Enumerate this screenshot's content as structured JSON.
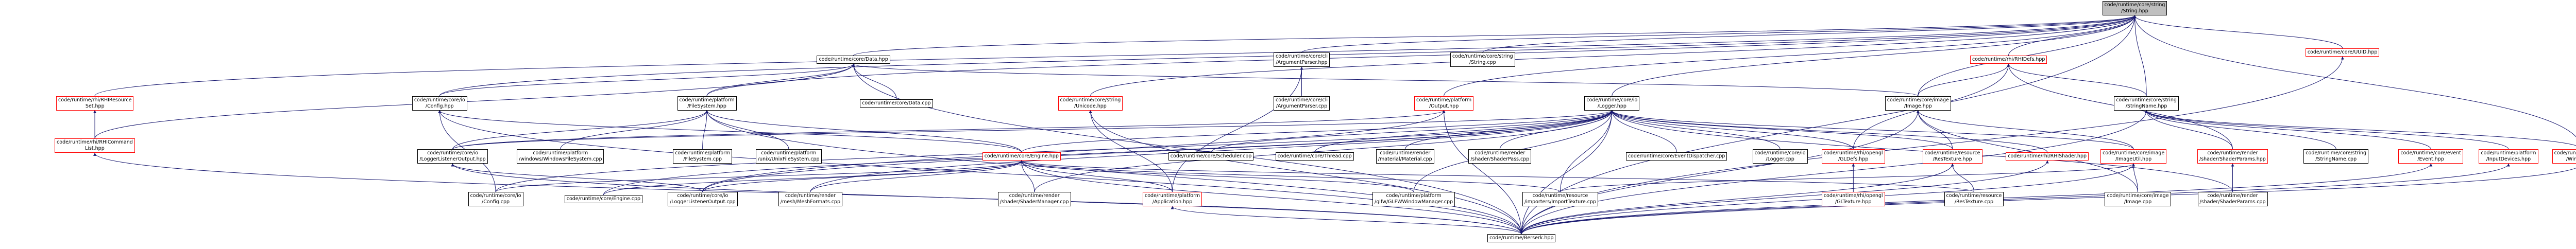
{
  "graph": {
    "colors": {
      "edge": "#191970",
      "node_border": "#000000",
      "node_border_incomplete": "#ff0000",
      "root_fill": "#bfbfbf"
    },
    "nodes": [
      {
        "id": "root",
        "lines": [
          "code/runtime/core/string",
          "/String.hpp"
        ],
        "type": "root"
      },
      {
        "id": "uuid",
        "lines": [
          "code/runtime/core/UUID.hpp"
        ],
        "type": "red"
      },
      {
        "id": "datahpp",
        "lines": [
          "code/runtime/core/Data.hpp"
        ],
        "type": "normal"
      },
      {
        "id": "argparsehpp",
        "lines": [
          "code/runtime/core/cli",
          "/ArgumentParser.hpp"
        ],
        "type": "normal"
      },
      {
        "id": "stringcpp",
        "lines": [
          "code/runtime/core/string",
          "/String.cpp"
        ],
        "type": "normal"
      },
      {
        "id": "rhidefs",
        "lines": [
          "code/runtime/rhi/RHIDefs.hpp"
        ],
        "type": "red"
      },
      {
        "id": "rhires",
        "lines": [
          "code/runtime/rhi/RHIResource",
          "Set.hpp"
        ],
        "type": "red"
      },
      {
        "id": "confighpp",
        "lines": [
          "code/runtime/core/io",
          "/Config.hpp"
        ],
        "type": "normal"
      },
      {
        "id": "fshpp",
        "lines": [
          "code/runtime/platform",
          "/FileSystem.hpp"
        ],
        "type": "normal"
      },
      {
        "id": "unicode",
        "lines": [
          "code/runtime/core/string",
          "/Unicode.hpp"
        ],
        "type": "red"
      },
      {
        "id": "loggerhpp",
        "lines": [
          "code/runtime/core/io",
          "/Logger.hpp"
        ],
        "type": "normal"
      },
      {
        "id": "datacpp",
        "lines": [
          "code/runtime/core/Data.cpp"
        ],
        "type": "normal"
      },
      {
        "id": "argparsecpp",
        "lines": [
          "code/runtime/core/cli",
          "/ArgumentParser.cpp"
        ],
        "type": "normal"
      },
      {
        "id": "outputhpp",
        "lines": [
          "code/runtime/platform",
          "/Output.hpp"
        ],
        "type": "red"
      },
      {
        "id": "imagehpp",
        "lines": [
          "code/runtime/core/image",
          "/Image.hpp"
        ],
        "type": "normal"
      },
      {
        "id": "stringnamehpp",
        "lines": [
          "code/runtime/core/string",
          "/StringName.hpp"
        ],
        "type": "normal"
      },
      {
        "id": "rhicmdlist",
        "lines": [
          "code/runtime/rhi/RHICommand",
          "List.hpp"
        ],
        "type": "red"
      },
      {
        "id": "loggerouthpp",
        "lines": [
          "code/runtime/core/io",
          "/LoggerListenerOutput.hpp"
        ],
        "type": "normal"
      },
      {
        "id": "winfs",
        "lines": [
          "code/runtime/platform",
          "/windows/WindowsFileSystem.cpp"
        ],
        "type": "normal"
      },
      {
        "id": "fscpp",
        "lines": [
          "code/runtime/platform",
          "/FileSystem.cpp"
        ],
        "type": "normal"
      },
      {
        "id": "unixfs",
        "lines": [
          "code/runtime/platform",
          "/unix/UnixFileSystem.cpp"
        ],
        "type": "normal"
      },
      {
        "id": "enginehpp",
        "lines": [
          "code/runtime/core/Engine.hpp"
        ],
        "type": "red"
      },
      {
        "id": "scheduler",
        "lines": [
          "code/runtime/core/Scheduler.cpp"
        ],
        "type": "normal"
      },
      {
        "id": "thread",
        "lines": [
          "code/runtime/core/Thread.cpp"
        ],
        "type": "normal"
      },
      {
        "id": "materialcpp",
        "lines": [
          "code/runtime/render",
          "/material/Material.cpp"
        ],
        "type": "normal"
      },
      {
        "id": "shaderpasscpp",
        "lines": [
          "code/runtime/render",
          "/shader/ShaderPass.cpp"
        ],
        "type": "normal"
      },
      {
        "id": "eventdisp",
        "lines": [
          "code/runtime/core/EventDispatcher.cpp"
        ],
        "type": "normal"
      },
      {
        "id": "loggercpp",
        "lines": [
          "code/runtime/core/io",
          "/Logger.cpp"
        ],
        "type": "normal"
      },
      {
        "id": "gldefs",
        "lines": [
          "code/runtime/rhi/opengl",
          "/GLDefs.hpp"
        ],
        "type": "red"
      },
      {
        "id": "restexhpp",
        "lines": [
          "code/runtime/resource",
          "/ResTexture.hpp"
        ],
        "type": "red"
      },
      {
        "id": "rhishader",
        "lines": [
          "code/runtime/rhi/RHIShader.hpp"
        ],
        "type": "red"
      },
      {
        "id": "imageutil",
        "lines": [
          "code/runtime/core/image",
          "/ImageUtil.hpp"
        ],
        "type": "red"
      },
      {
        "id": "shaderparamshpp",
        "lines": [
          "code/runtime/render",
          "/shader/ShaderParams.hpp"
        ],
        "type": "red"
      },
      {
        "id": "stringnamecpp",
        "lines": [
          "code/runtime/core/string",
          "/StringName.cpp"
        ],
        "type": "normal"
      },
      {
        "id": "eventhpp",
        "lines": [
          "code/runtime/core/event",
          "/Event.hpp"
        ],
        "type": "red"
      },
      {
        "id": "inputdevices",
        "lines": [
          "code/runtime/platform",
          "/InputDevices.hpp"
        ],
        "type": "red"
      },
      {
        "id": "windowhpp",
        "lines": [
          "code/runtime/platform",
          "/Window.hpp"
        ],
        "type": "red"
      },
      {
        "id": "configcpp",
        "lines": [
          "code/runtime/core/io",
          "/Config.cpp"
        ],
        "type": "normal"
      },
      {
        "id": "enginecpp",
        "lines": [
          "code/runtime/core/Engine.cpp"
        ],
        "type": "normal"
      },
      {
        "id": "loggeroutcpp",
        "lines": [
          "code/runtime/core/io",
          "/LoggerListenerOutput.cpp"
        ],
        "type": "normal"
      },
      {
        "id": "meshformats",
        "lines": [
          "code/runtime/render",
          "/mesh/MeshFormats.cpp"
        ],
        "type": "normal"
      },
      {
        "id": "shadermanager",
        "lines": [
          "code/runtime/render",
          "/shader/ShaderManager.cpp"
        ],
        "type": "normal"
      },
      {
        "id": "apphpp",
        "lines": [
          "code/runtime/platform",
          "/Application.hpp"
        ],
        "type": "red"
      },
      {
        "id": "glfwwinmgr",
        "lines": [
          "code/runtime/platform",
          "/glfw/GLFWWindowManager.cpp"
        ],
        "type": "normal"
      },
      {
        "id": "imptex",
        "lines": [
          "code/runtime/resource",
          "/importers/ImportTexture.cpp"
        ],
        "type": "normal"
      },
      {
        "id": "gltexture",
        "lines": [
          "code/runtime/rhi/opengl",
          "/GLTexture.hpp"
        ],
        "type": "red"
      },
      {
        "id": "restexcpp",
        "lines": [
          "code/runtime/resource",
          "/ResTexture.cpp"
        ],
        "type": "normal"
      },
      {
        "id": "imagecpp",
        "lines": [
          "code/runtime/core/image",
          "/Image.cpp"
        ],
        "type": "normal"
      },
      {
        "id": "shaderparamscpp",
        "lines": [
          "code/runtime/render",
          "/shader/ShaderParams.cpp"
        ],
        "type": "normal"
      },
      {
        "id": "berserk",
        "lines": [
          "code/runtime/Berserk.hpp"
        ],
        "type": "normal"
      }
    ],
    "edges": [
      [
        "root",
        "uuid"
      ],
      [
        "root",
        "datahpp"
      ],
      [
        "root",
        "argparsehpp"
      ],
      [
        "root",
        "stringcpp"
      ],
      [
        "root",
        "rhidefs"
      ],
      [
        "root",
        "confighpp"
      ],
      [
        "root",
        "fshpp"
      ],
      [
        "root",
        "unicode"
      ],
      [
        "root",
        "loggerhpp"
      ],
      [
        "root",
        "outputhpp"
      ],
      [
        "root",
        "imagehpp"
      ],
      [
        "root",
        "stringnamehpp"
      ],
      [
        "root",
        "rhires"
      ],
      [
        "root",
        "berserk"
      ],
      [
        "root",
        "windowhpp"
      ],
      [
        "datahpp",
        "datacpp"
      ],
      [
        "datahpp",
        "confighpp"
      ],
      [
        "datahpp",
        "fshpp"
      ],
      [
        "datahpp",
        "imagehpp"
      ],
      [
        "datahpp",
        "rhicmdlist"
      ],
      [
        "datahpp",
        "berserk"
      ],
      [
        "argparsehpp",
        "argparsecpp"
      ],
      [
        "argparsehpp",
        "apphpp"
      ],
      [
        "rhidefs",
        "gldefs"
      ],
      [
        "rhidefs",
        "imagehpp"
      ],
      [
        "rhidefs",
        "shaderparamshpp"
      ],
      [
        "rhidefs",
        "stringnamehpp"
      ],
      [
        "rhires",
        "rhicmdlist"
      ],
      [
        "rhicmdlist",
        "berserk"
      ],
      [
        "confighpp",
        "configcpp"
      ],
      [
        "confighpp",
        "enginehpp"
      ],
      [
        "confighpp",
        "berserk"
      ],
      [
        "fshpp",
        "winfs"
      ],
      [
        "fshpp",
        "fscpp"
      ],
      [
        "fshpp",
        "unixfs"
      ],
      [
        "fshpp",
        "enginehpp"
      ],
      [
        "fshpp",
        "loggerouthpp"
      ],
      [
        "fshpp",
        "berserk"
      ],
      [
        "unicode",
        "apphpp"
      ],
      [
        "unicode",
        "berserk"
      ],
      [
        "loggerhpp",
        "loggerouthpp"
      ],
      [
        "loggerhpp",
        "enginehpp"
      ],
      [
        "loggerhpp",
        "scheduler"
      ],
      [
        "loggerhpp",
        "thread"
      ],
      [
        "loggerhpp",
        "materialcpp"
      ],
      [
        "loggerhpp",
        "shaderpasscpp"
      ],
      [
        "loggerhpp",
        "eventdisp"
      ],
      [
        "loggerhpp",
        "loggercpp"
      ],
      [
        "loggerhpp",
        "gldefs"
      ],
      [
        "loggerhpp",
        "restexhpp"
      ],
      [
        "loggerhpp",
        "rhishader"
      ],
      [
        "loggerhpp",
        "imageutil"
      ],
      [
        "loggerhpp",
        "configcpp"
      ],
      [
        "loggerhpp",
        "enginecpp"
      ],
      [
        "loggerhpp",
        "loggeroutcpp"
      ],
      [
        "loggerhpp",
        "meshformats"
      ],
      [
        "loggerhpp",
        "shadermanager"
      ],
      [
        "loggerhpp",
        "glfwwinmgr"
      ],
      [
        "loggerhpp",
        "imptex"
      ],
      [
        "loggerhpp",
        "berserk"
      ],
      [
        "loggerhpp",
        "shaderparamscpp"
      ],
      [
        "outputhpp",
        "loggerouthpp"
      ],
      [
        "outputhpp",
        "loggeroutcpp"
      ],
      [
        "outputhpp",
        "berserk"
      ],
      [
        "imagehpp",
        "imageutil"
      ],
      [
        "imagehpp",
        "restexhpp"
      ],
      [
        "imagehpp",
        "imagecpp"
      ],
      [
        "imagehpp",
        "berserk"
      ],
      [
        "loggerouthpp",
        "loggeroutcpp"
      ],
      [
        "loggerouthpp",
        "berserk"
      ],
      [
        "enginehpp",
        "configcpp"
      ],
      [
        "enginehpp",
        "enginecpp"
      ],
      [
        "enginehpp",
        "loggeroutcpp"
      ],
      [
        "enginehpp",
        "meshformats"
      ],
      [
        "enginehpp",
        "shadermanager"
      ],
      [
        "enginehpp",
        "apphpp"
      ],
      [
        "enginehpp",
        "glfwwinmgr"
      ],
      [
        "enginehpp",
        "imptex"
      ],
      [
        "enginehpp",
        "restexcpp"
      ],
      [
        "enginehpp",
        "berserk"
      ],
      [
        "gldefs",
        "gltexture"
      ],
      [
        "restexhpp",
        "restexcpp"
      ],
      [
        "restexhpp",
        "berserk"
      ],
      [
        "rhishader",
        "berserk"
      ],
      [
        "imageutil",
        "imptex"
      ],
      [
        "imageutil",
        "imagecpp"
      ],
      [
        "imageutil",
        "berserk"
      ],
      [
        "shaderparamshpp",
        "shaderparamscpp"
      ],
      [
        "stringnamehpp",
        "stringnamecpp"
      ],
      [
        "stringnamehpp",
        "eventhpp"
      ],
      [
        "stringnamehpp",
        "inputdevices"
      ],
      [
        "stringnamehpp",
        "windowhpp"
      ],
      [
        "stringnamehpp",
        "shaderparamshpp"
      ],
      [
        "stringnamehpp",
        "berserk"
      ],
      [
        "eventhpp",
        "berserk"
      ],
      [
        "inputdevices",
        "berserk"
      ],
      [
        "windowhpp",
        "berserk"
      ],
      [
        "apphpp",
        "berserk"
      ],
      [
        "uuid",
        "berserk"
      ]
    ]
  }
}
